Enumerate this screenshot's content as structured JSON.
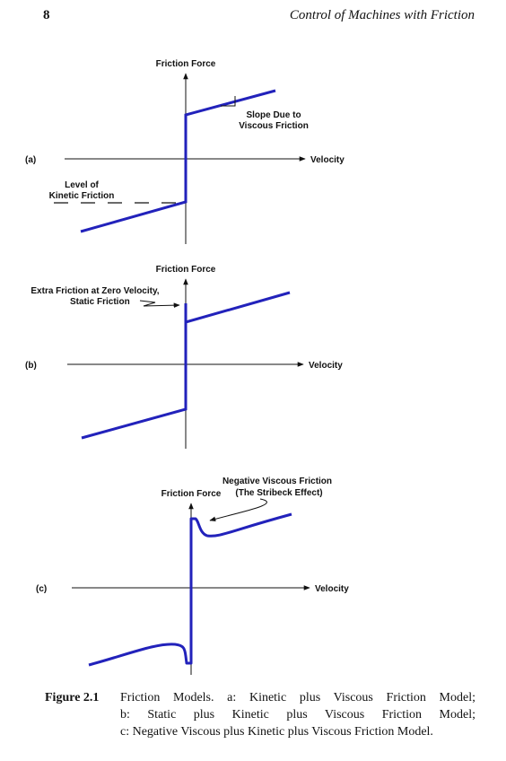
{
  "header": {
    "page_number": "8",
    "running_head": "Control of Machines with Friction"
  },
  "panel_a": {
    "tag": "(a)",
    "y_axis_label": "Friction Force",
    "x_axis_label": "Velocity",
    "annotation_viscous_line1": "Slope Due to",
    "annotation_viscous_line2": "Viscous Friction",
    "annotation_kinetic_line1": "Level of",
    "annotation_kinetic_line2": "Kinetic Friction"
  },
  "panel_b": {
    "tag": "(b)",
    "y_axis_label": "Friction Force",
    "x_axis_label": "Velocity",
    "annotation_static_line1": "Extra Friction at Zero Velocity,",
    "annotation_static_line2": "Static Friction"
  },
  "panel_c": {
    "tag": "(c)",
    "y_axis_label": "Friction Force",
    "x_axis_label": "Velocity",
    "annotation_stribeck_line1": "Negative Viscous Friction",
    "annotation_stribeck_line2": "(The Stribeck Effect)"
  },
  "caption": {
    "label": "Figure 2.1",
    "line1": "Friction Models.   a: Kinetic plus Viscous Friction Model;",
    "line2": "b:   Static plus Kinetic plus Viscous Friction Model;",
    "line3": "c: Negative Viscous plus Kinetic plus Viscous Friction Model."
  },
  "colors": {
    "curve": "#2222bb",
    "ink": "#111111"
  }
}
